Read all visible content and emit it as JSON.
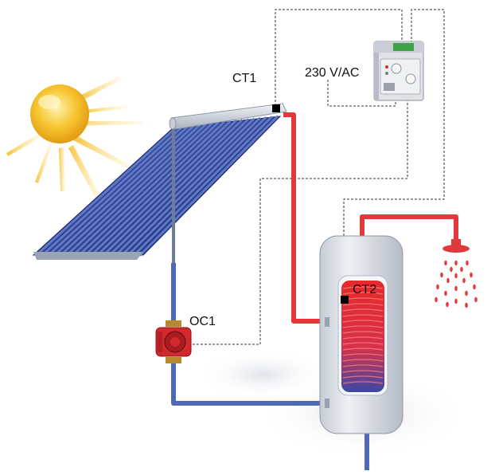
{
  "labels": {
    "ct1": "CT1",
    "ct2": "CT2",
    "oc1": "OC1",
    "power": "230 V/AC"
  },
  "colors": {
    "hot_pipe": "#e0393b",
    "cold_pipe": "#4f68b8",
    "wiring": "#333333",
    "sun": "#f2b21e",
    "panel": "#2c3f8f",
    "tank": "#d7dce4",
    "water_spray": "#e23b3b"
  },
  "icons": {
    "sun": "sun-icon",
    "collector": "solar-collector-icon",
    "pump": "circulation-pump-icon",
    "tank": "storage-tank-icon",
    "controller": "controller-icon",
    "shower": "shower-head-icon"
  }
}
